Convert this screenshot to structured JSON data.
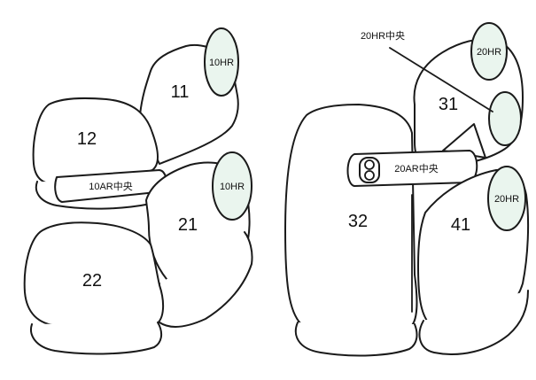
{
  "seats": {
    "s11": "11",
    "s12": "12",
    "s21": "21",
    "s22": "22",
    "s31": "31",
    "s32": "32",
    "s41": "41"
  },
  "headrests": {
    "left_top": "10HR",
    "left_mid": "10HR",
    "right_top": "20HR",
    "right_mid": "20HR"
  },
  "armrests": {
    "left": "10AR中央",
    "right": "20AR中央"
  },
  "callouts": {
    "right_center_headrest": "20HR中央"
  },
  "colors": {
    "outline": "#1a1a1a",
    "headrest_fill": "#eaf5ee",
    "background": "#ffffff"
  }
}
